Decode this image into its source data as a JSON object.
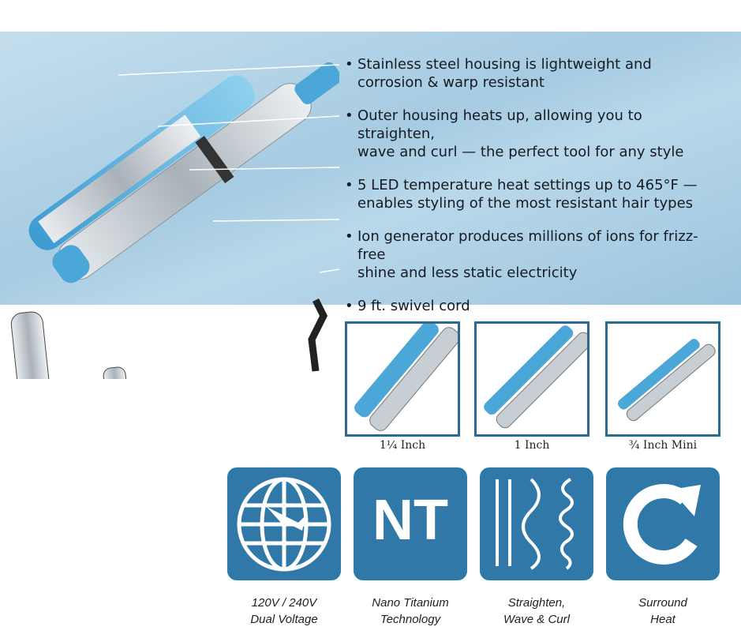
{
  "features": [
    {
      "bullet": "•",
      "line1": "Stainless steel housing is lightweight and",
      "line2": "corrosion & warp resistant"
    },
    {
      "bullet": "•",
      "line1": "Outer housing heats up, allowing you to straighten,",
      "line2": "wave and curl — the perfect tool for any style"
    },
    {
      "bullet": "•",
      "line1": "5 LED temperature heat settings up to 465°F —",
      "line2": "enables styling of the most resistant hair types"
    },
    {
      "bullet": "•",
      "line1": "Ion generator produces millions of ions for frizz-free",
      "line2": "shine and less static electricity"
    },
    {
      "bullet": "•",
      "line1": "9 ft. swivel cord",
      "line2": ""
    }
  ],
  "sizes": [
    "1¼  Inch",
    "1 Inch",
    "¾ Inch Mini"
  ],
  "icons": [
    {
      "icon": "globe-airplane-icon",
      "line1": "120V / 240V",
      "line2": "Dual Voltage"
    },
    {
      "icon": "nt-icon",
      "text": "NT",
      "line1": "Nano Titanium",
      "line2": "Technology"
    },
    {
      "icon": "hair-styles-icon",
      "line1": "Straighten,",
      "line2": "Wave & Curl"
    },
    {
      "icon": "circular-arrow-icon",
      "line1": "Surround",
      "line2": "Heat"
    }
  ],
  "colors": {
    "band": "#a6cbe2",
    "tile": "#2f78a8",
    "border": "#2a6a95",
    "accent": "#4aa7d8"
  }
}
